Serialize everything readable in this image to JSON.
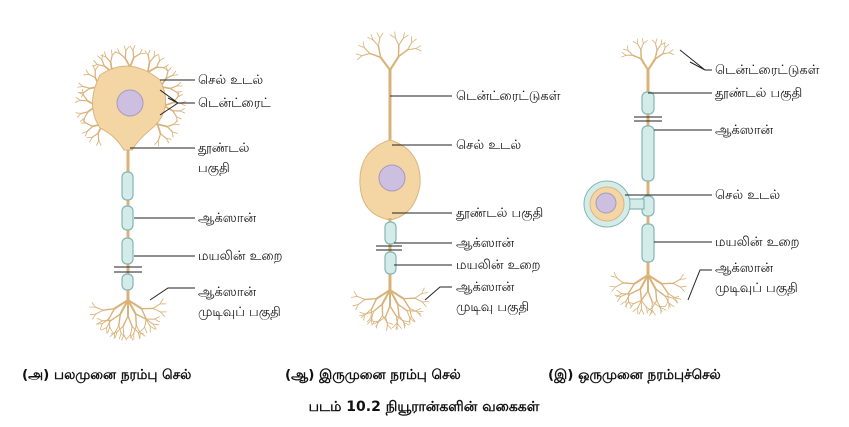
{
  "multipolar": {
    "cell_body": "செல் உடல்",
    "dendrite": "டென்ட்ரைட்",
    "trigger_zone_1": "தூண்டல்",
    "trigger_zone_2": "பகுதி",
    "axon": "ஆக்ஸான்",
    "myelin": "மயலின் உறை",
    "terminal_1": "ஆக்ஸான்",
    "terminal_2": "முடிவுப் பகுதி",
    "caption": "(அ) பலமுனை நரம்பு செல்"
  },
  "bipolar": {
    "dendrites": "டென்ட்ரைட்டுகள்",
    "cell_body": "செல் உடல்",
    "trigger_zone": "தூண்டல் பகுதி",
    "axon": "ஆக்ஸான்",
    "myelin": "மயலின் உறை",
    "terminal_1": "ஆக்ஸான்",
    "terminal_2": "முடிவு பகுதி",
    "caption": "(ஆ) இருமுனை நரம்பு செல்"
  },
  "unipolar": {
    "dendrites": "டென்ட்ரைட்டுகள்",
    "trigger_zone": "தூண்டல் பகுதி",
    "axon": "ஆக்ஸான்",
    "cell_body": "செல் உடல்",
    "myelin": "மயலின் உறை",
    "terminal_1": "ஆக்ஸான்",
    "terminal_2": "முடிவுப் பகுதி",
    "caption": "(இ) ஒருமுனை நரம்புச்செல்"
  },
  "figure_title": "படம் 10.2 நியூரான்களின் வகைகள்",
  "colors": {
    "dendrite": "#d9b27a",
    "cell_body": "#f3d6a4",
    "myelin": "#d3ecea",
    "nucleus": "#cdbfe0"
  }
}
